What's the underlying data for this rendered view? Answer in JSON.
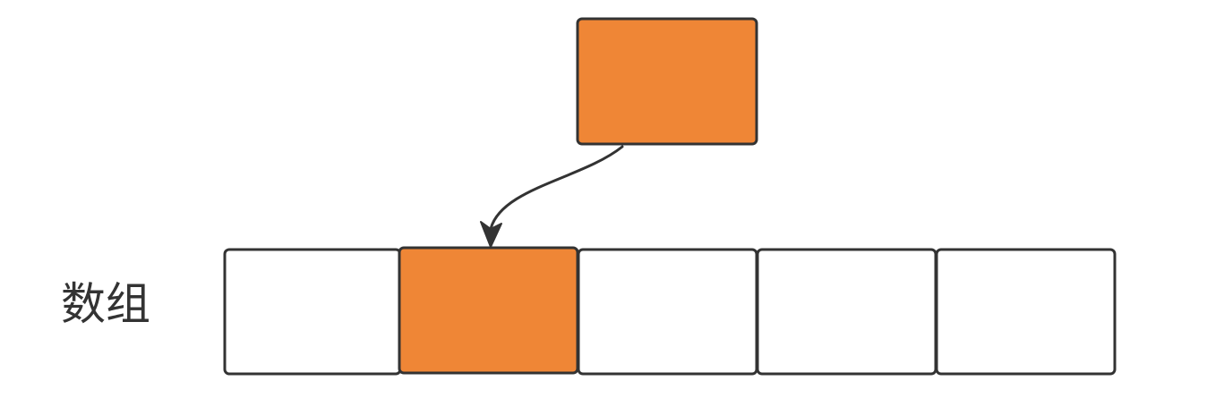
{
  "diagram": {
    "label": "数组",
    "cell_count": 5,
    "highlighted_index": 1,
    "colors": {
      "highlight": "#EF8636",
      "empty": "#FFFFFF",
      "stroke": "#333333"
    }
  }
}
